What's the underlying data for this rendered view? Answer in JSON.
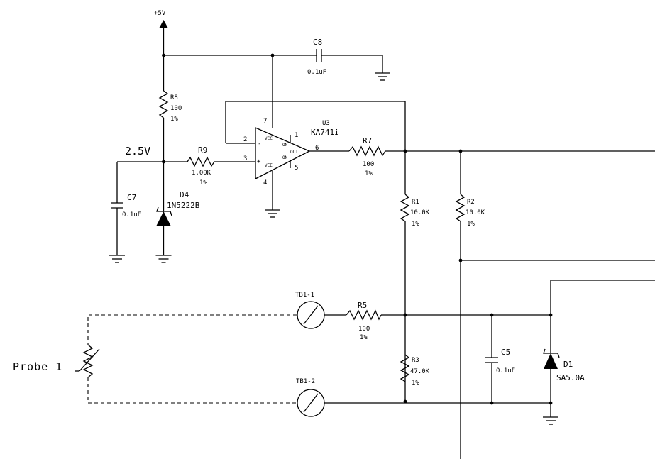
{
  "supply": {
    "vcc_label": "+5V",
    "reference_label": "2.5V"
  },
  "opamp": {
    "ref": "U3",
    "part": "KA741i",
    "pins": {
      "inv": "2",
      "noninv": "3",
      "out": "6",
      "vcc": "7",
      "vee": "4",
      "on1": "1",
      "on5": "5"
    },
    "inner": {
      "vcc": "VCC",
      "vee": "VEE",
      "on_top": "ON",
      "on_bot": "ON",
      "out": "OUT",
      "minus": "-",
      "plus": "+"
    }
  },
  "components": {
    "C8": {
      "ref": "C8",
      "value": "0.1uF"
    },
    "R8": {
      "ref": "R8",
      "value": "100",
      "tol": "1%"
    },
    "R9": {
      "ref": "R9",
      "value": "1.00K",
      "tol": "1%"
    },
    "C7": {
      "ref": "C7",
      "value": "0.1uF"
    },
    "D4": {
      "ref": "D4",
      "part": "1N5222B"
    },
    "R7": {
      "ref": "R7",
      "value": "100",
      "tol": "1%"
    },
    "R1": {
      "ref": "R1",
      "value": "10.0K",
      "tol": "1%"
    },
    "R2": {
      "ref": "R2",
      "value": "10.0K",
      "tol": "1%"
    },
    "R5": {
      "ref": "R5",
      "value": "100",
      "tol": "1%"
    },
    "R3": {
      "ref": "R3",
      "value": "47.0K",
      "tol": "1%"
    },
    "C5": {
      "ref": "C5",
      "value": "0.1uF"
    },
    "D1": {
      "ref": "D1",
      "part": "SA5.0A"
    }
  },
  "terminals": {
    "tb1_1": "TB1-1",
    "tb1_2": "TB1-2"
  },
  "probe": {
    "label": "Probe 1"
  }
}
